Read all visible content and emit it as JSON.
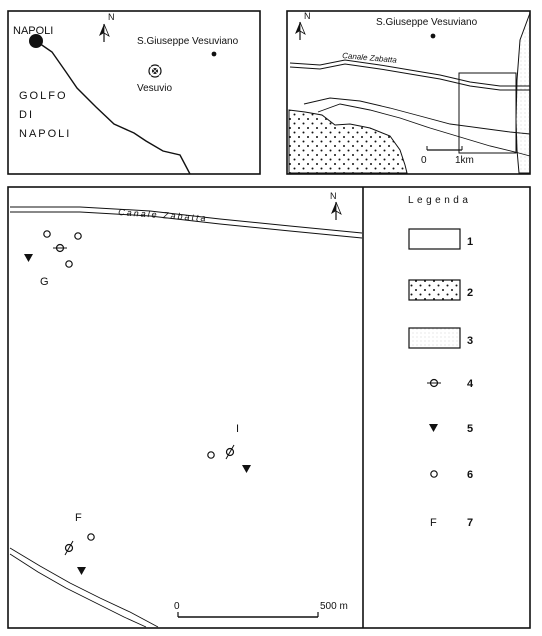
{
  "inset_left": {
    "north": "N",
    "city": "NAPOLI",
    "gulf_line1": "GOLFO",
    "gulf_line2": "DI",
    "gulf_line3": "NAPOLI",
    "town": "S.Giuseppe Vesuviano",
    "volcano": "Vesuvio"
  },
  "inset_right": {
    "north": "N",
    "town": "S.Giuseppe Vesuviano",
    "canal": "Canale Zabatta",
    "scale_zero": "0",
    "scale_label": "1km"
  },
  "main_map": {
    "north": "N",
    "canal": "Canale Zabatta",
    "site_g": "G",
    "site_i": "I",
    "site_f": "F",
    "scale_zero": "0",
    "scale_label": "500 m"
  },
  "legend": {
    "title": "Legenda",
    "items": [
      {
        "label": "1",
        "symbol": "empty-box"
      },
      {
        "label": "2",
        "symbol": "dotted-box"
      },
      {
        "label": "3",
        "symbol": "light-box"
      },
      {
        "label": "4",
        "symbol": "crossed-circle-icon"
      },
      {
        "label": "5",
        "symbol": "down-triangle-icon"
      },
      {
        "label": "6",
        "symbol": "open-circle-icon"
      },
      {
        "label": "7",
        "symbol": "letter-f",
        "sample": "F"
      }
    ]
  }
}
